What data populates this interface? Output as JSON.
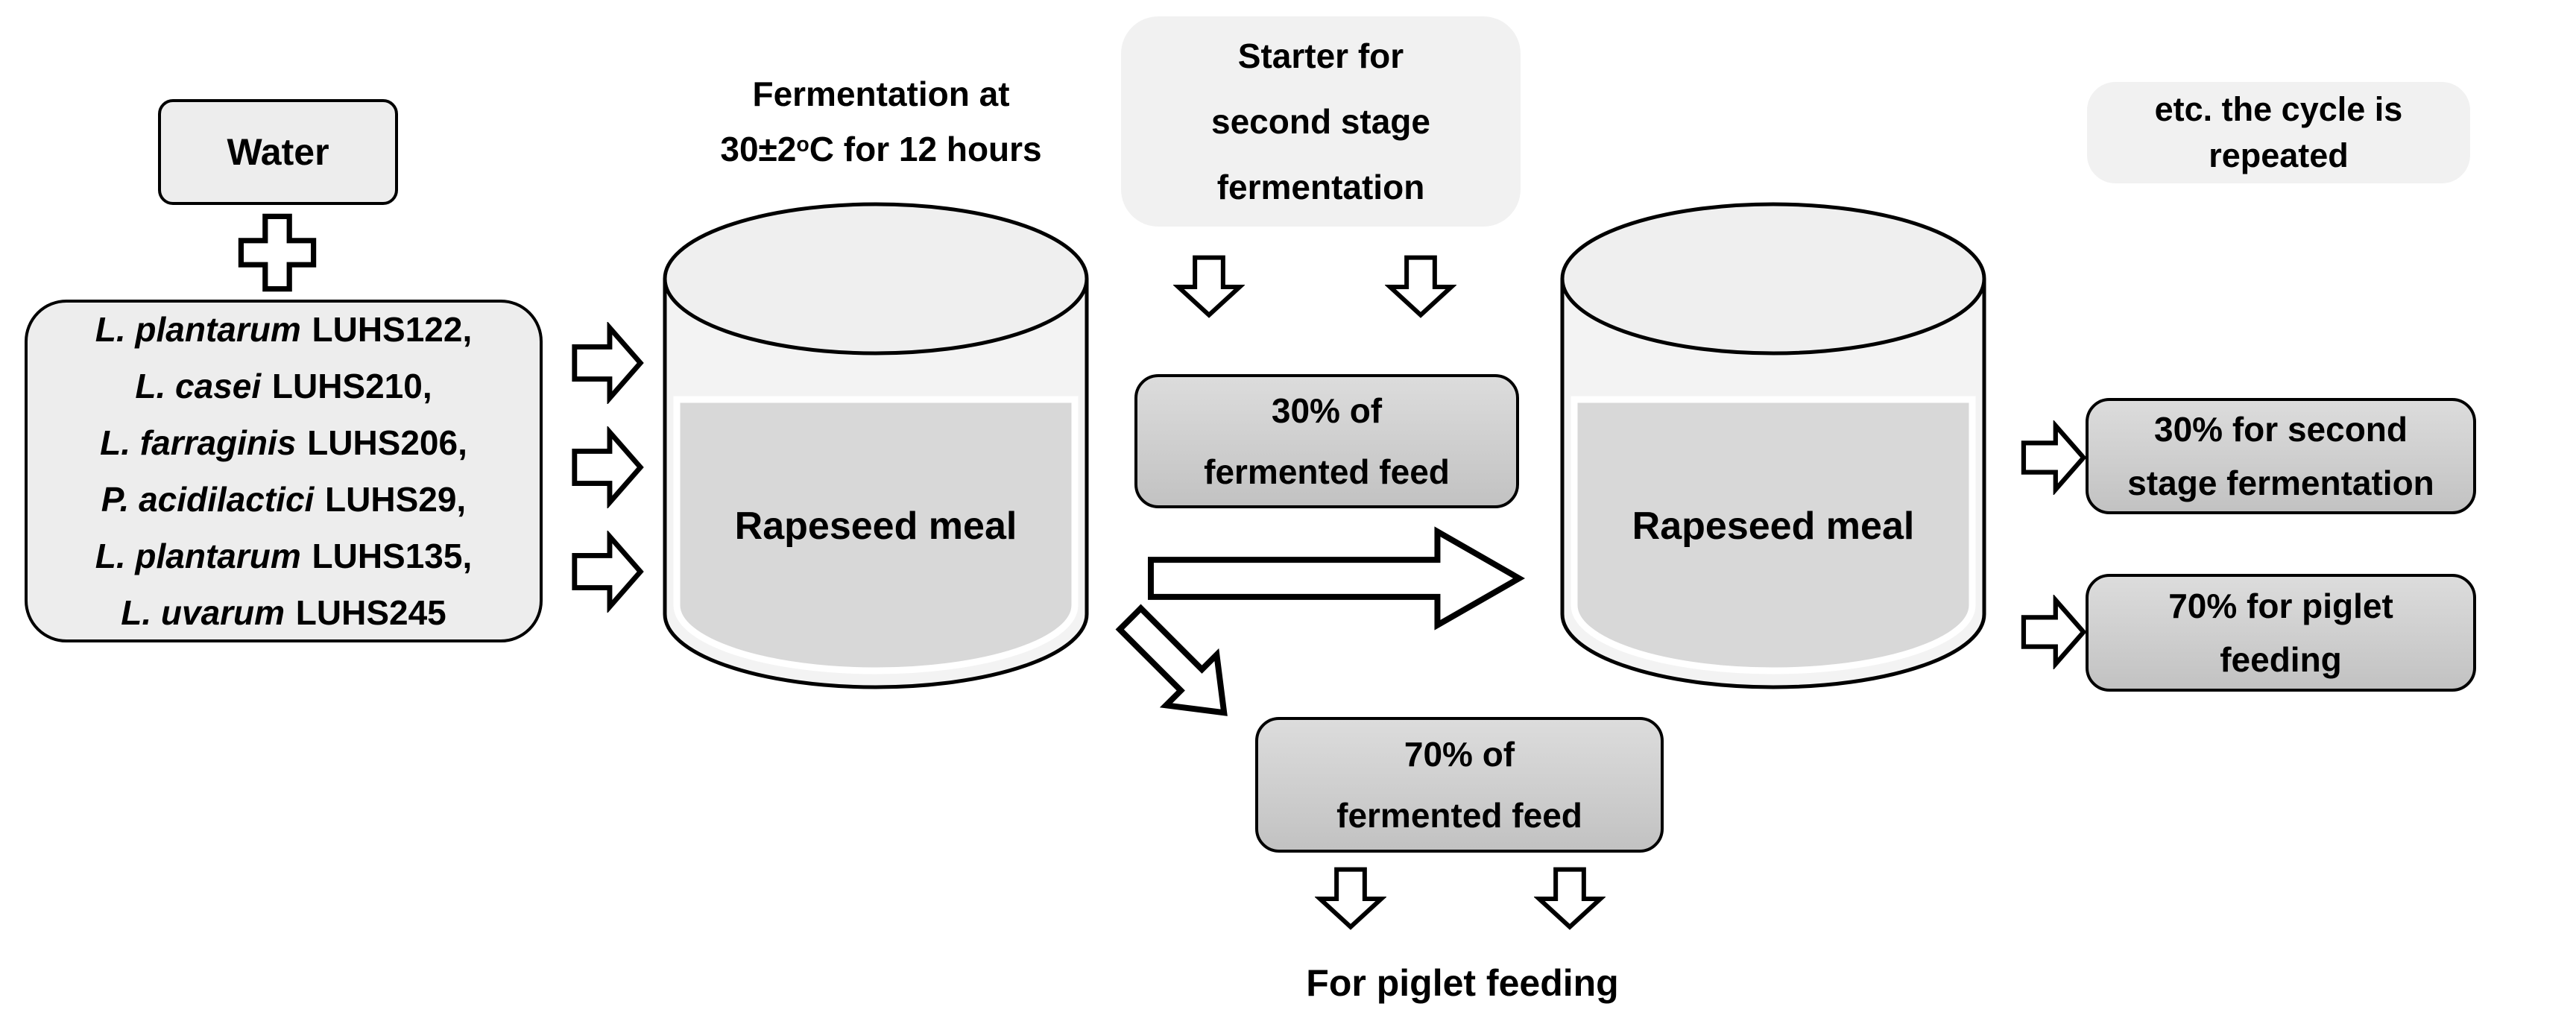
{
  "diagram": {
    "water_box": {
      "label": "Water"
    },
    "starter_culture_box": {
      "strains": [
        {
          "species": "L. plantarum",
          "code": "LUHS122,"
        },
        {
          "species": "L. casei",
          "code": "LUHS210,"
        },
        {
          "species": "L. farraginis",
          "code": "LUHS206,"
        },
        {
          "species": "P. acidilactici",
          "code": "LUHS29,"
        },
        {
          "species": "L. plantarum",
          "code": "LUHS135,"
        },
        {
          "species": "L. uvarum",
          "code": "LUHS245"
        }
      ]
    },
    "fermentation_note": {
      "line1": "Fermentation at",
      "temp_prefix": "30±2",
      "temp_sup": "o",
      "temp_suffix": "C for 12 hours"
    },
    "tank_first": {
      "label": "Rapeseed meal"
    },
    "tank_second": {
      "label": "Rapeseed meal"
    },
    "starter_second_stage_box": {
      "line1": "Starter for",
      "line2": "second stage",
      "line3": "fermentation"
    },
    "fermented_feed_30_box": {
      "line1": "30% of",
      "line2": "fermented feed"
    },
    "fermented_feed_70_box": {
      "line1": "70% of",
      "line2": "fermented feed"
    },
    "piglet_feeding_label": {
      "text": "For piglet feeding"
    },
    "cycle_repeated_box": {
      "line1": "etc. the cycle is",
      "line2": "repeated"
    },
    "second_stage_30_box": {
      "line1": "30% for second",
      "line2": "stage fermentation"
    },
    "piglet_70_box": {
      "line1": "70% for piglet",
      "line2": "feeding"
    },
    "colors": {
      "box-light": "#f1f1f1",
      "box-light-bordered": "#ededed",
      "box-gray-top": "#dcdcdc",
      "box-gray-mid": "#cecece",
      "box-gray-bottom": "#c2c2c2",
      "tank-wall": "#f3f3f3",
      "tank-top": "#efefef",
      "tank-content": "#d8d8d8",
      "outline": "#000000"
    }
  }
}
